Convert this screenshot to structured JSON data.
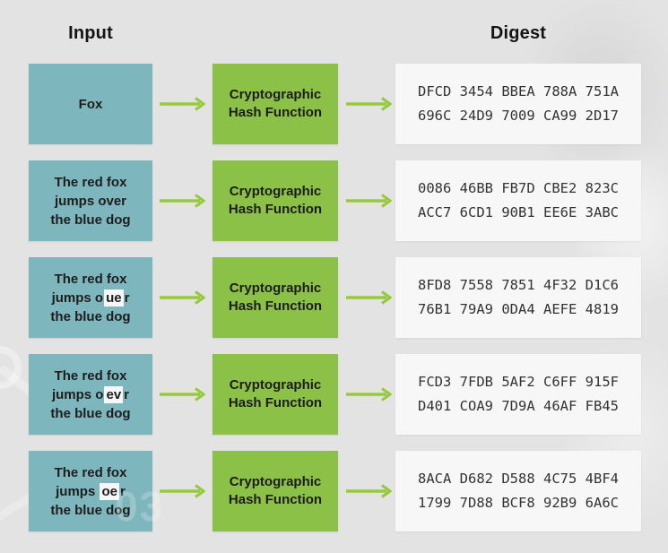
{
  "headers": {
    "input": "Input",
    "digest": "Digest"
  },
  "hash_box": {
    "line1": "Cryptographic",
    "line2": "Hash Function"
  },
  "watermark": {
    "number": "03"
  },
  "colors": {
    "background": "#e3e3e4",
    "input_box": "#7eb6bd",
    "hash_box": "#8cc147",
    "arrow": "#97c93d",
    "digest_box": "#f7f7f7",
    "highlight": "#f6f6f6",
    "text_dark": "#1d1d1d",
    "digest_text": "#333333"
  },
  "rows": [
    {
      "input_lines": [
        [
          {
            "text": "Fox"
          }
        ]
      ],
      "digest": [
        "DFCD 3454 BBEA 788A 751A",
        "696C 24D9 7009 CA99 2D17"
      ]
    },
    {
      "input_lines": [
        [
          {
            "text": "The red fox"
          }
        ],
        [
          {
            "text": "jumps over"
          }
        ],
        [
          {
            "text": "the blue dog"
          }
        ]
      ],
      "digest": [
        "0086 46BB FB7D CBE2 823C",
        "ACC7 6CD1 90B1 EE6E 3ABC"
      ]
    },
    {
      "input_lines": [
        [
          {
            "text": "The red fox"
          }
        ],
        [
          {
            "text": "jumps o"
          },
          {
            "text": "ue",
            "highlight": true
          },
          {
            "text": "r"
          }
        ],
        [
          {
            "text": "the blue dog"
          }
        ]
      ],
      "digest": [
        "8FD8 7558 7851 4F32 D1C6",
        "76B1 79A9 0DA4 AEFE 4819"
      ]
    },
    {
      "input_lines": [
        [
          {
            "text": "The red fox"
          }
        ],
        [
          {
            "text": "jumps o"
          },
          {
            "text": "ev",
            "highlight": true
          },
          {
            "text": "r"
          }
        ],
        [
          {
            "text": "the blue dog"
          }
        ]
      ],
      "digest": [
        "FCD3 7FDB 5AF2 C6FF 915F",
        "D401 COA9 7D9A 46AF FB45"
      ]
    },
    {
      "input_lines": [
        [
          {
            "text": "The red fox"
          }
        ],
        [
          {
            "text": "jumps "
          },
          {
            "text": "oe",
            "highlight": true
          },
          {
            "text": "r"
          }
        ],
        [
          {
            "text": "the blue dog"
          }
        ]
      ],
      "digest": [
        "8ACA D682 D588 4C75 4BF4",
        "1799 7D88 BCF8 92B9 6A6C"
      ]
    }
  ]
}
